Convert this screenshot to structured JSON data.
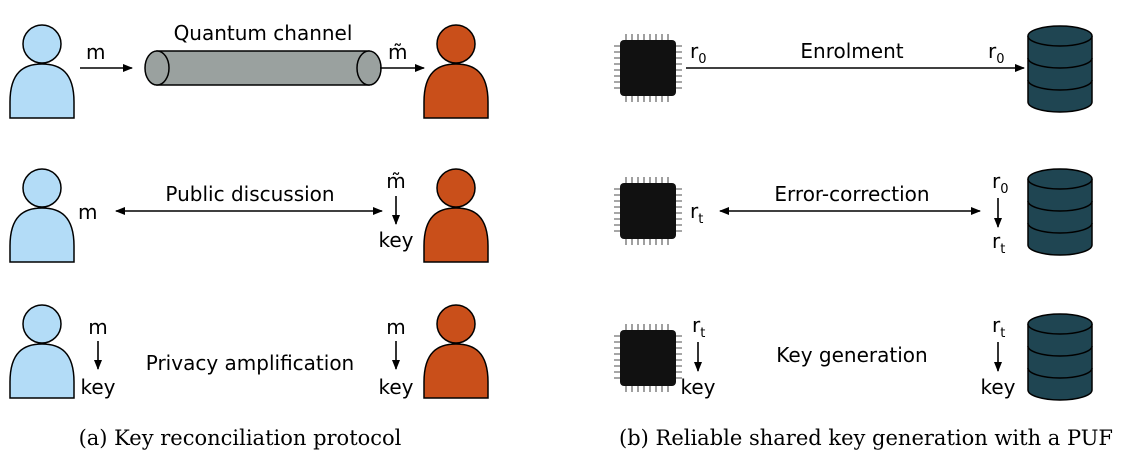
{
  "colors": {
    "alice": "#b3dcf7",
    "bob": "#c94f1a",
    "channel": "#9aa19f",
    "chip": "#111111",
    "database": "#1f4552"
  },
  "panel_a": {
    "caption": "(a) Key reconciliation protocol",
    "row1": {
      "channel_label": "Quantum channel",
      "left_symbol": "m",
      "right_symbol": "m̃"
    },
    "row2": {
      "label": "Public discussion",
      "left_symbol": "m",
      "right_top": "m̃",
      "right_bottom": "key"
    },
    "row3": {
      "label": "Privacy amplification",
      "left_top": "m",
      "left_bottom": "key",
      "right_top": "m",
      "right_bottom": "key"
    }
  },
  "panel_b": {
    "caption": "(b) Reliable shared key generation with a PUF",
    "row1": {
      "label": "Enrolment",
      "left_symbol": "r",
      "left_sub": "0",
      "right_symbol": "r",
      "right_sub": "0"
    },
    "row2": {
      "label": "Error-correction",
      "left_symbol": "r",
      "left_sub": "t",
      "right_top": "r",
      "right_top_sub": "0",
      "right_bottom": "r",
      "right_bottom_sub": "t"
    },
    "row3": {
      "label": "Key generation",
      "left_top": "r",
      "left_top_sub": "t",
      "left_bottom": "key",
      "right_top": "r",
      "right_top_sub": "t",
      "right_bottom": "key"
    }
  }
}
